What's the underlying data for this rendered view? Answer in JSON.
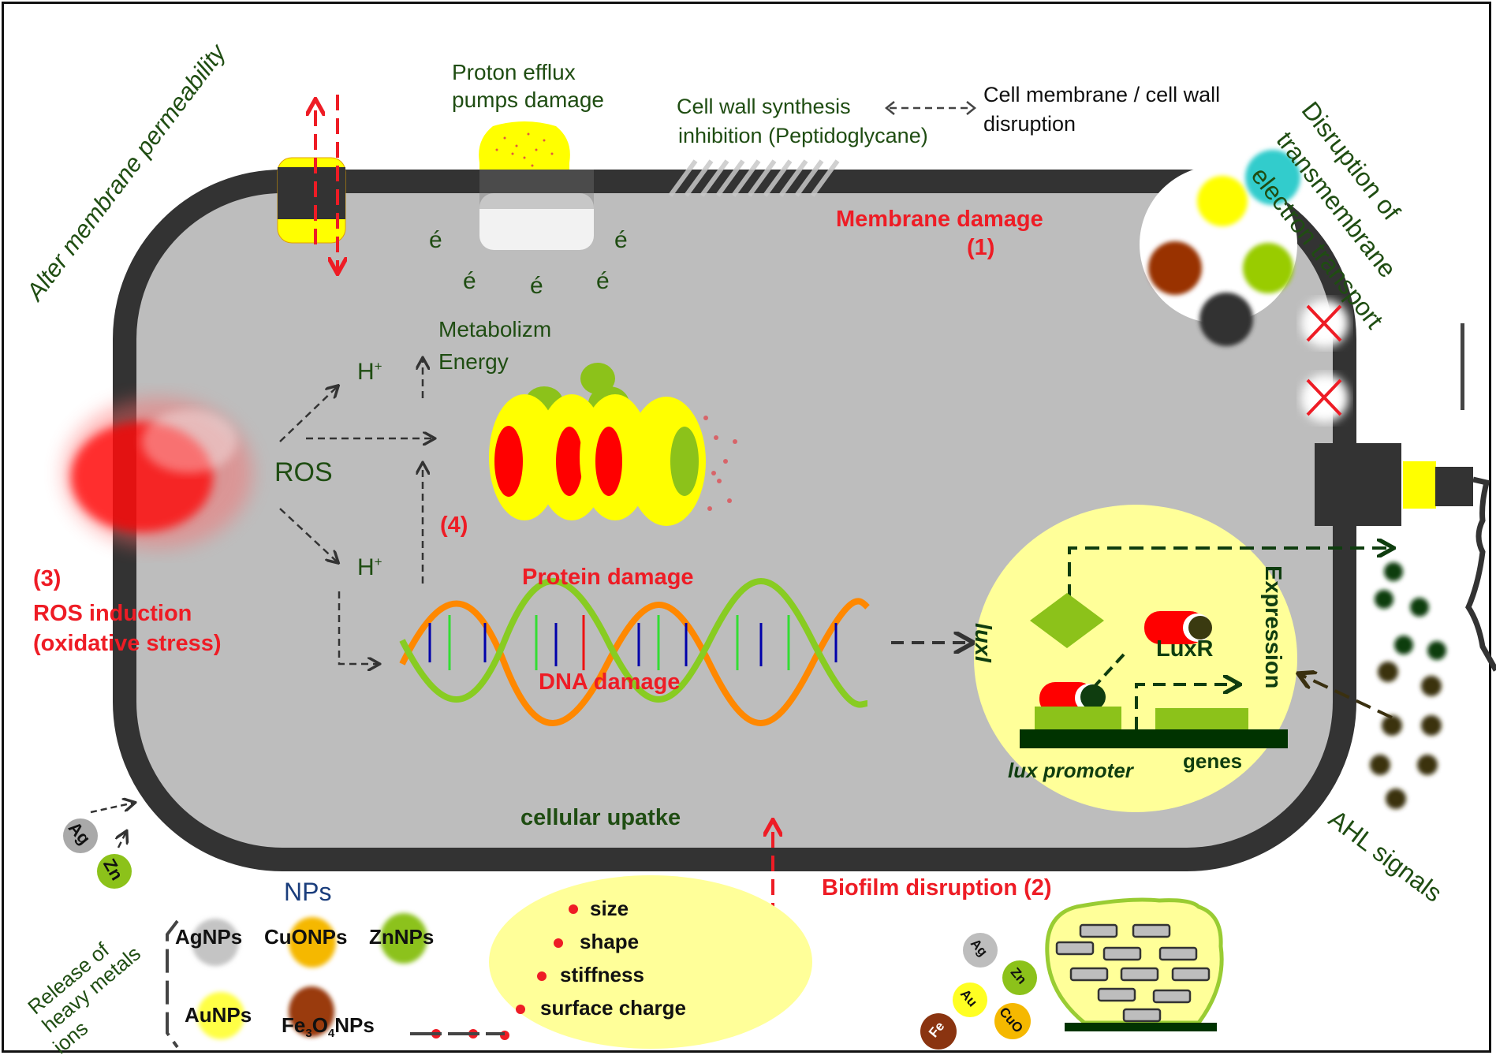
{
  "title": "Antibacterial mechanisms of nanoparticles",
  "labels": {
    "alter_membrane": "Alter membrane permeability",
    "proton_efflux_1": "Proton efflux",
    "proton_efflux_2": "pumps damage",
    "cell_wall_synth_1": "Cell wall synthesis",
    "cell_wall_synth_2": "inhibition (Peptidoglycane)",
    "cell_membrane_disr_1": "Cell membrane / cell wall",
    "cell_membrane_disr_2": "disruption",
    "electron_transport_1": "Disruption of",
    "electron_transport_2": "transmembrane",
    "electron_transport_3": "electron transport",
    "membrane_damage": "Membrane damage",
    "membrane_damage_num": "(1)",
    "electron_symbol": "é",
    "metabolism": "Metabolizm",
    "energy": "Energy",
    "h_plus_top": "H",
    "h_plus_bottom": "H",
    "plus": "+",
    "ros": "ROS",
    "ros_num": "(3)",
    "ros_induction_1": "ROS induction",
    "ros_induction_2": "(oxidative stress)",
    "protein_num": "(4)",
    "protein_damage": "Protein damage",
    "dna_damage": "DNA damage",
    "luxi": "luxI",
    "luxr": "LuxR",
    "expression": "Expression",
    "lux_promoter": "lux promoter",
    "genes": "genes",
    "ahl_signals": "AHL signals",
    "cellular_uptake": "cellular upatke",
    "biofilm_disruption": "Biofilm disruption (2)",
    "release_1": "Release of",
    "release_2": "heavy metals",
    "release_3": "ions",
    "nps_title": "NPs"
  },
  "ions": [
    {
      "symbol": "Ag",
      "color": "#a9a9a9"
    },
    {
      "symbol": "Zn",
      "color": "#8cc21a"
    }
  ],
  "nanoparticles": [
    {
      "name": "AgNPs",
      "color": "#c4c4c4"
    },
    {
      "name": "CuONPs",
      "color": "#f5b800"
    },
    {
      "name": "ZnNPs",
      "color": "#8cc21a"
    },
    {
      "name": "AuNPs",
      "color": "#ffff44"
    },
    {
      "name": "Fe",
      "sub1": "3",
      "mid": "O",
      "sub2": "4",
      "tail": "NPs",
      "color": "#9a3b0c"
    }
  ],
  "np_properties": [
    "size",
    "shape",
    "stiffness",
    "surface charge"
  ],
  "biofilm_particles": [
    {
      "symbol": "Ag",
      "color": "#bdbdbd"
    },
    {
      "symbol": "Zn",
      "color": "#8cc21a"
    },
    {
      "symbol": "Au",
      "color": "#ffff22"
    },
    {
      "symbol": "CuO",
      "color": "#f5b800"
    },
    {
      "symbol": "Fe",
      "color": "#8a3410"
    }
  ],
  "colors": {
    "membrane": "#333333",
    "cytoplasm": "#bdbdbd",
    "label_green": "#1f4d12",
    "label_red": "#ee1c25",
    "pale_yellow": "#ffff99",
    "lime": "#8cc21a"
  }
}
